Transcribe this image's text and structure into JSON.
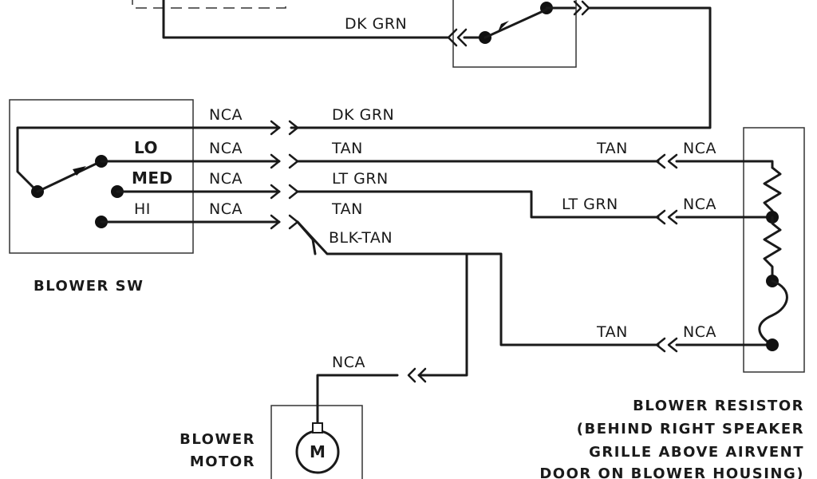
{
  "wires": {
    "dk_grn_top": "DK GRN",
    "nca_1": "NCA",
    "dk_grn_1": "DK GRN",
    "nca_lo": "NCA",
    "tan_lo": "TAN",
    "tan_lo_res": "TAN",
    "nca_lo_res": "NCA",
    "nca_med": "NCA",
    "lt_grn_med": "LT GRN",
    "lt_grn_res": "LT GRN",
    "nca_med_res": "NCA",
    "nca_hi": "NCA",
    "tan_hi": "TAN",
    "blk_tan": "BLK-TAN",
    "tan_hi_res": "TAN",
    "nca_hi_res": "NCA",
    "nca_motor": "NCA"
  },
  "switch": {
    "lo": "LO",
    "med": "MED",
    "hi": "HI",
    "caption": "BLOWER SW"
  },
  "motor": {
    "symbol": "M",
    "caption_line1": "BLOWER",
    "caption_line2": "MOTOR"
  },
  "resistor": {
    "caption_line1": "BLOWER RESISTOR",
    "caption_line2": "(BEHIND RIGHT SPEAKER",
    "caption_line3": "GRILLE ABOVE AIRVENT",
    "caption_line4": "DOOR ON BLOWER HOUSING)"
  }
}
